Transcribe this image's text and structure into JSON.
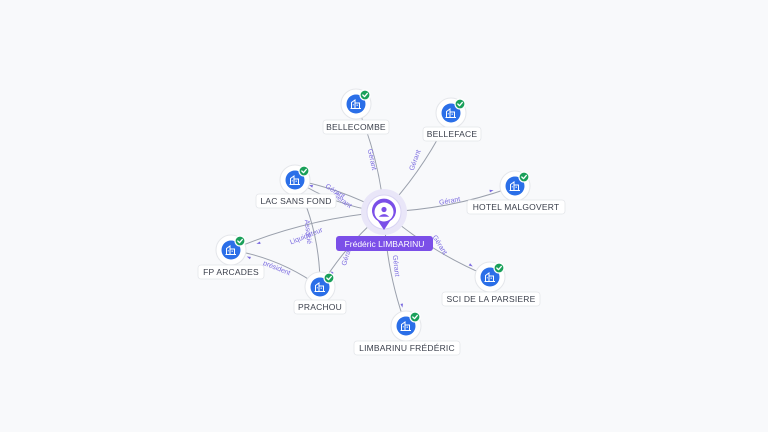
{
  "center": {
    "label": "Frédéric LIMBARINU"
  },
  "companies": [
    {
      "id": "bellecombe",
      "label": "BELLECOMBE",
      "relation": "Gérant",
      "icon": "building-icon",
      "status": "verified-check-icon"
    },
    {
      "id": "belleface",
      "label": "BELLEFACE",
      "relation": "Gérant",
      "icon": "building-icon",
      "status": "verified-check-icon"
    },
    {
      "id": "hotel-malgovert",
      "label": "HOTEL MALGOVERT",
      "relation": "Gérant",
      "icon": "building-icon",
      "status": "verified-check-icon"
    },
    {
      "id": "sci-parsiere",
      "label": "SCI DE LA PARSIERE",
      "relation": "Gérant",
      "icon": "building-icon",
      "status": "verified-check-icon"
    },
    {
      "id": "limbarinu-frederic",
      "label": "LIMBARINU FRÉDÉRIC",
      "relation": "Gérant",
      "icon": "building-icon",
      "status": "verified-check-icon"
    },
    {
      "id": "prachou",
      "label": "PRACHOU",
      "relation": "Gérant",
      "icon": "building-icon",
      "status": "verified-check-icon"
    },
    {
      "id": "lac-sans-fond",
      "label": "LAC SANS FOND",
      "relation": "Gérant",
      "icon": "building-icon",
      "status": "verified-check-icon"
    },
    {
      "id": "fp-arcades",
      "label": "FP ARCADES",
      "relation": "Liquidateur",
      "icon": "building-icon",
      "status": "verified-check-icon"
    }
  ],
  "secondary_edges": [
    {
      "from": "prachou",
      "to": "fp-arcades",
      "label": "président"
    },
    {
      "from": "prachou",
      "to": "lac-sans-fond",
      "label": "Associé"
    },
    {
      "from": "lac-sans-fond",
      "to": "center",
      "label": "Gérant"
    }
  ],
  "colors": {
    "accent": "#7b4fe8",
    "node": "#2b6fe8",
    "badge": "#1aa05a",
    "edge_label": "#7b6be0"
  }
}
